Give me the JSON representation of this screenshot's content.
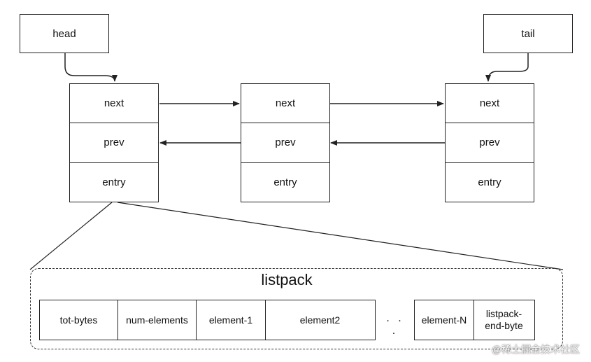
{
  "head_pointer": {
    "label": "head"
  },
  "tail_pointer": {
    "label": "tail"
  },
  "nodes": [
    {
      "fields": [
        "next",
        "prev",
        "entry"
      ]
    },
    {
      "fields": [
        "next",
        "prev",
        "entry"
      ]
    },
    {
      "fields": [
        "next",
        "prev",
        "entry"
      ]
    }
  ],
  "listpack": {
    "title": "listpack",
    "cells": [
      "tot-bytes",
      "num-elements",
      "element-1",
      "element2"
    ],
    "ellipsis": ". . .",
    "tail_cells": [
      "element-N",
      "listpack-\nend-byte"
    ]
  },
  "credit": "@稀土掘金技术社区"
}
